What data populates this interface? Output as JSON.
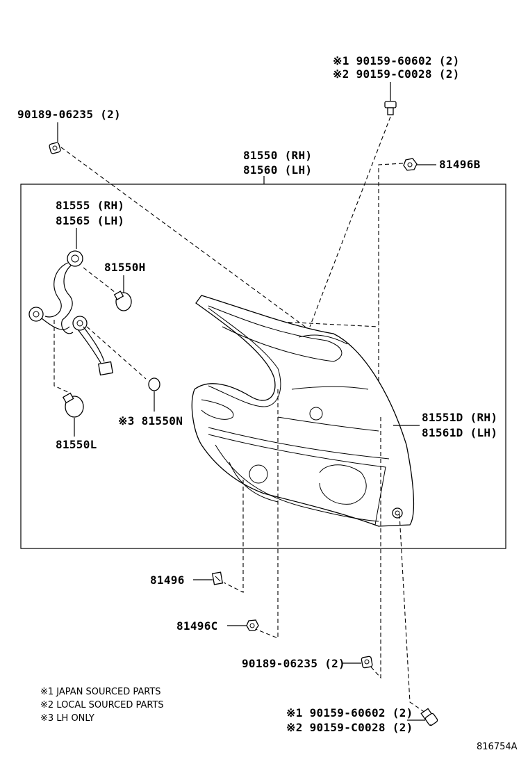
{
  "labels": {
    "clip_japan": "※1 90159-60602 (2)",
    "clip_local": "※2 90159-C0028 (2)",
    "screw_top": "90189-06235 (2)",
    "lamp_rh": "81550 (RH)",
    "lamp_lh": "81560 (LH)",
    "nut_b": "81496B",
    "socket_rh": "81555 (RH)",
    "socket_lh": "81565 (LH)",
    "bulb_h": "81550H",
    "bulb_n": "※3 81550N",
    "bulb_l": "81550L",
    "lens_rh": "81551D (RH)",
    "lens_lh": "81561D (LH)",
    "nut_plain": "81496",
    "nut_c": "81496C",
    "screw_bottom": "90189-06235 (2)",
    "clip_japan_bottom": "※1 90159-60602 (2)",
    "clip_local_bottom": "※2 90159-C0028 (2)"
  },
  "notes": {
    "n1": "※1 JAPAN SOURCED PARTS",
    "n2": "※2 LOCAL SOURCED PARTS",
    "n3": "※3 LH ONLY"
  },
  "diagram_id": "816754A"
}
